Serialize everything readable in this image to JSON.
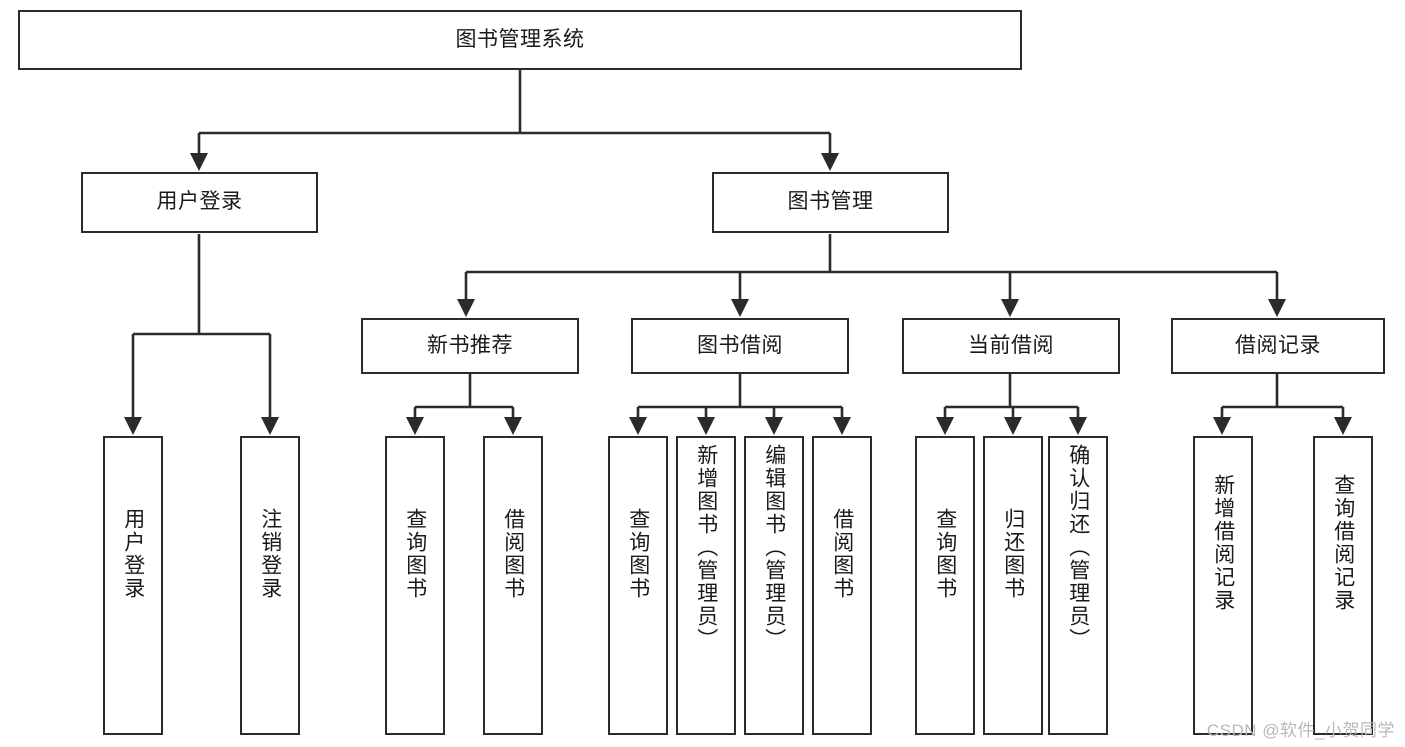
{
  "diagram": {
    "title": "图书管理系统",
    "type": "tree",
    "colors": {
      "stroke": "#2b2b2b",
      "fill": "#ffffff",
      "text": "#1a1a1a",
      "watermark": "#b9b9b9"
    },
    "watermark": "CSDN @软件_小贺同学",
    "nodes": {
      "root": {
        "label": "图书管理系统"
      },
      "level1": [
        {
          "label": "用户登录"
        },
        {
          "label": "图书管理"
        }
      ],
      "level2": [
        {
          "label": "新书推荐"
        },
        {
          "label": "图书借阅"
        },
        {
          "label": "当前借阅"
        },
        {
          "label": "借阅记录"
        }
      ],
      "leaves_user_login": [
        {
          "label": "用户登录"
        },
        {
          "label": "注销登录"
        }
      ],
      "leaves_new_book": [
        {
          "label": "查询图书"
        },
        {
          "label": "借阅图书"
        }
      ],
      "leaves_borrow": [
        {
          "label": "查询图书"
        },
        {
          "label": "新增图书（管理员）"
        },
        {
          "label": "编辑图书（管理员）"
        },
        {
          "label": "借阅图书"
        }
      ],
      "leaves_current": [
        {
          "label": "查询图书"
        },
        {
          "label": "归还图书"
        },
        {
          "label": "确认归还（管理员）"
        }
      ],
      "leaves_records": [
        {
          "label": "新增借阅记录"
        },
        {
          "label": "查询借阅记录"
        }
      ]
    }
  }
}
